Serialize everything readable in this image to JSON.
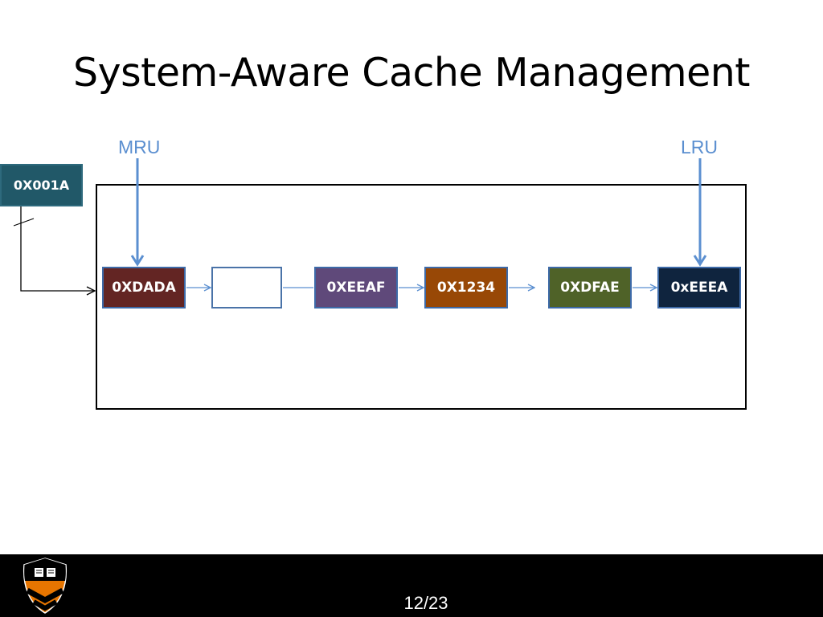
{
  "slide": {
    "title": "System-Aware Cache Management",
    "page_number": "12/23"
  },
  "pointers": {
    "mru": "MRU",
    "lru": "LRU"
  },
  "incoming_block": "0X001A",
  "cache_blocks": [
    "0XDADA",
    "",
    "0XEEAF",
    "0X1234",
    "0XDFAE",
    "0xEEEA"
  ],
  "colors": {
    "pointer_arrow": "#5b8fd0",
    "block_border": "#3d6aa8",
    "incoming": "#215868",
    "blocks": [
      "#632523",
      "#ffffff",
      "#5f497a",
      "#984806",
      "#4f6228",
      "#0f243e"
    ],
    "footer": "#000000",
    "logo_orange": "#e77500"
  },
  "icons": {
    "logo": "princeton-shield-icon"
  }
}
